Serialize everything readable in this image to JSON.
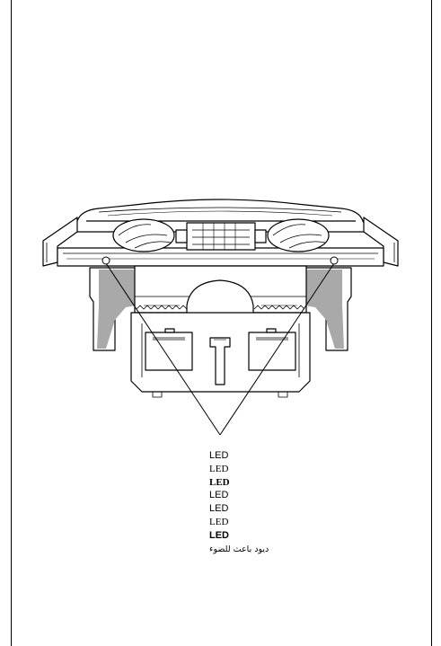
{
  "labels": [
    {
      "text": "LED",
      "style": "sans"
    },
    {
      "text": "LED",
      "style": "serif"
    },
    {
      "text": "LED",
      "style": "serif-bold"
    },
    {
      "text": "LED",
      "style": "sans"
    },
    {
      "text": "LED",
      "style": "sans"
    },
    {
      "text": "LED",
      "style": "serif"
    },
    {
      "text": "LED",
      "style": "sans-bold"
    },
    {
      "text": "ديود باعث للضوء",
      "style": "arabic"
    }
  ],
  "colors": {
    "line": "#000000",
    "shade": "#a9a9a9",
    "background": "#ffffff"
  }
}
